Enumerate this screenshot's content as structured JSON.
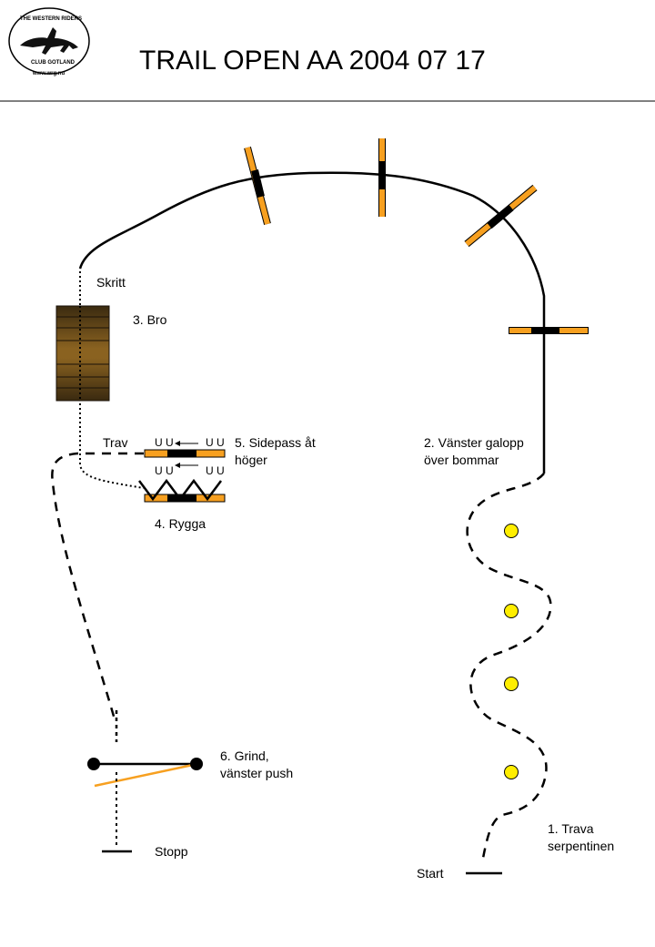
{
  "header": {
    "title": "TRAIL OPEN AA 2004 07 17",
    "logo": {
      "text_top": "THE WESTERN RIDERS",
      "text_bottom": "CLUB GOTLAND",
      "url": "www.wrg.nu"
    }
  },
  "labels": {
    "skritt": "Skritt",
    "bro": "3. Bro",
    "trav": "Trav",
    "sidepass_1": "5. Sidepass åt",
    "sidepass_2": "höger",
    "galopp_1": "2. Vänster galopp",
    "galopp_2": "över bommar",
    "rygga": "4. Rygga",
    "grind_1": "6. Grind,",
    "grind_2": "vänster push",
    "stopp": "Stopp",
    "start": "Start",
    "trava_1": "1. Trava",
    "trava_2": "serpentinen"
  },
  "sidepass_marks": {
    "top_left": "U U",
    "top_right": "U U",
    "bottom_left": "U U",
    "bottom_right": "U U"
  },
  "colors": {
    "pole_orange": "#f7a020",
    "pole_black": "#000000",
    "cone_yellow": "#ffee00",
    "bridge_dark": "#3a2a10",
    "bridge_mid": "#7a5518",
    "line": "#000000",
    "gate_orange": "#f7a020"
  }
}
